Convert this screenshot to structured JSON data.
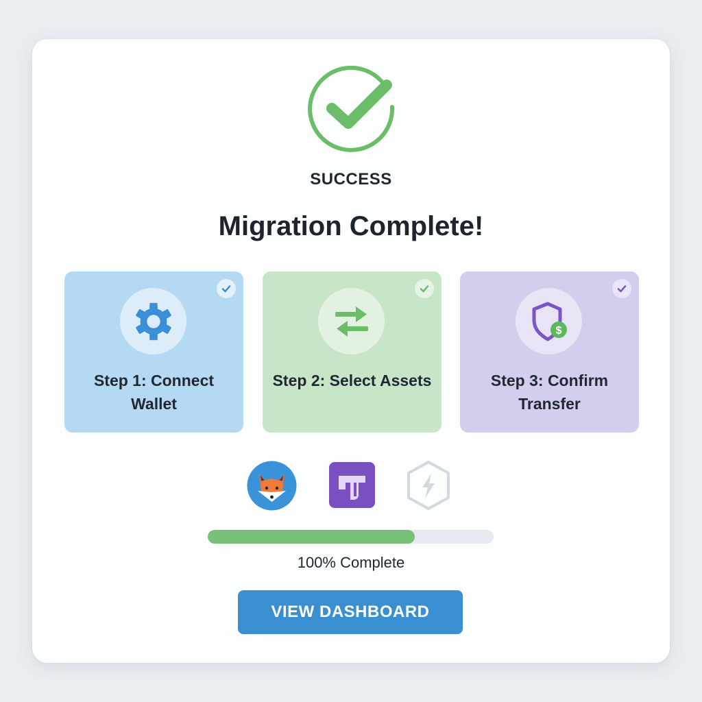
{
  "status": {
    "label": "SUCCESS",
    "icon": "check-circle-icon",
    "color": "#6cbd6a"
  },
  "title": "Migration Complete!",
  "steps": [
    {
      "label": "Step 1: Connect Wallet",
      "icon": "gear-icon",
      "completed": true,
      "bg_color": "#b5d9f3",
      "accent_color": "#3a8fd6"
    },
    {
      "label": "Step 2: Select Assets",
      "icon": "swap-arrows-icon",
      "completed": true,
      "bg_color": "#c8e5c8",
      "accent_color": "#6cbd6a"
    },
    {
      "label": "Step 3: Confirm Transfer",
      "icon": "shield-dollar-icon",
      "completed": true,
      "bg_color": "#d3cdee",
      "accent_color": "#7a56c8"
    }
  ],
  "wallets": [
    {
      "name": "fox-wallet",
      "icon": "fox-icon",
      "bg_color": "#3a93d8"
    },
    {
      "name": "t-wallet",
      "icon": "t-logo-icon",
      "bg_color": "#7a4fc0"
    },
    {
      "name": "lightning-wallet",
      "icon": "lightning-hexagon-icon",
      "bg_color": "#d3d9de",
      "disabled": true
    }
  ],
  "progress": {
    "text": "100% Complete",
    "fill_color": "#77c075",
    "track_color": "#e6ebf0"
  },
  "cta": {
    "label": "VIEW DASHBOARD",
    "color": "#3a8fd0"
  }
}
